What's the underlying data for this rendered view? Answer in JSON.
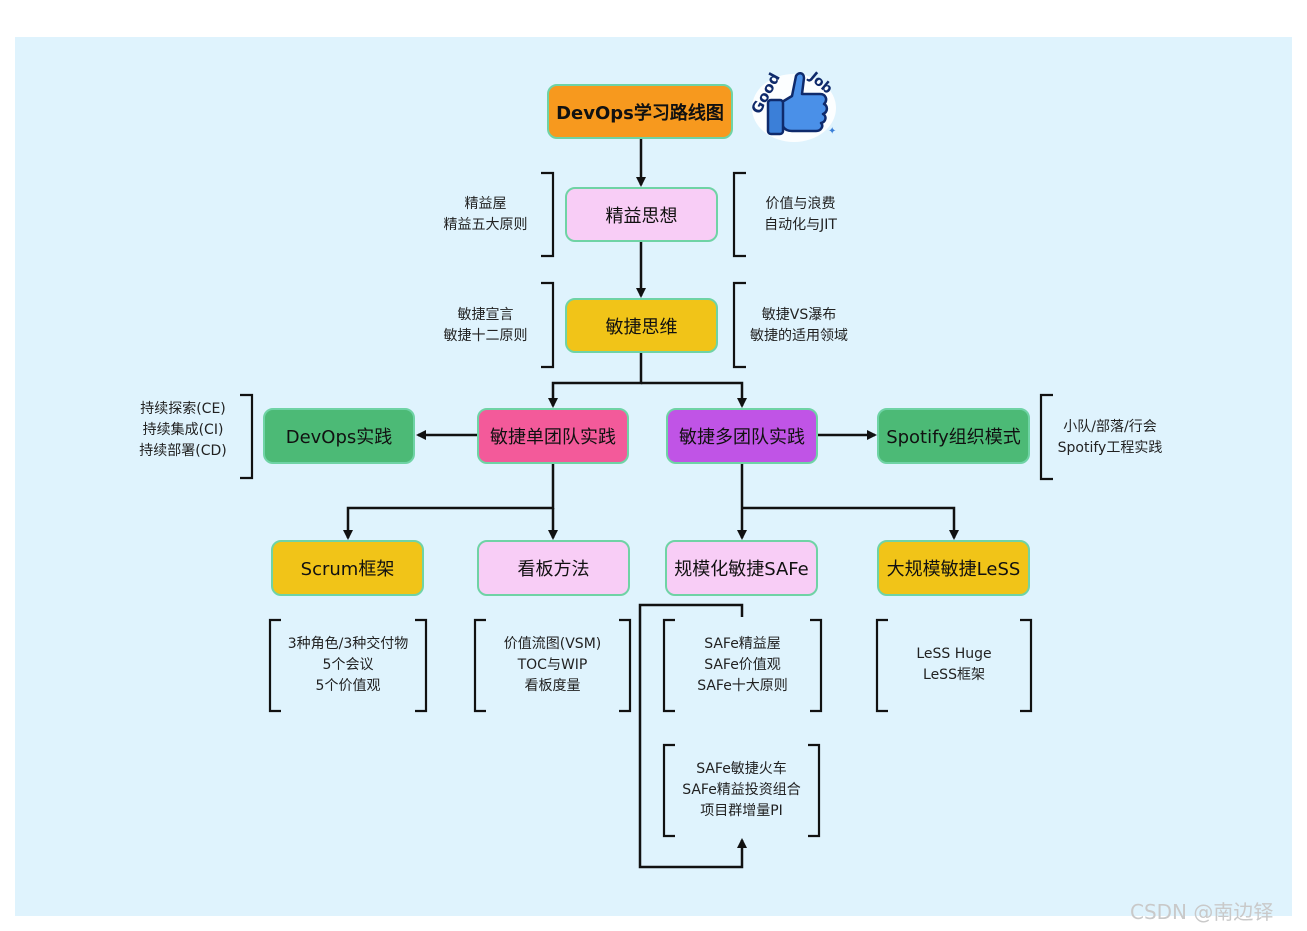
{
  "colors": {
    "canvas": "#dff3fd",
    "orange": "#f7991e",
    "pink_light": "#f8cdf6",
    "yellow": "#f1c418",
    "green": "#4cba76",
    "magenta": "#f35a9a",
    "purple": "#c054e6",
    "border": "#6fd3a5",
    "line": "#111111"
  },
  "badge": {
    "top": "Good",
    "right": "Job",
    "icon": "thumbs-up-icon"
  },
  "nodes": {
    "root": "DevOps学习路线图",
    "lean": "精益思想",
    "agile": "敏捷思维",
    "devops": "DevOps实践",
    "single_team": "敏捷单团队实践",
    "multi_team": "敏捷多团队实践",
    "spotify": "Spotify组织模式",
    "scrum": "Scrum框架",
    "kanban": "看板方法",
    "safe": "规模化敏捷SAFe",
    "less": "大规模敏捷LeSS"
  },
  "notes": {
    "lean_left": [
      "精益屋",
      "精益五大原则"
    ],
    "lean_right": [
      "价值与浪费",
      "自动化与JIT"
    ],
    "agile_left": [
      "敏捷宣言",
      "敏捷十二原则"
    ],
    "agile_right": [
      "敏捷VS瀑布",
      "敏捷的适用领域"
    ],
    "devops_left": [
      "持续探索(CE)",
      "持续集成(CI)",
      "持续部署(CD)"
    ],
    "spotify_right": [
      "小队/部落/行会",
      "Spotify工程实践"
    ],
    "scrum": [
      "3种角色/3种交付物",
      "5个会议",
      "5个价值观"
    ],
    "kanban": [
      "价值流图(VSM)",
      "TOC与WIP",
      "看板度量"
    ],
    "safe_1": [
      "SAFe精益屋",
      "SAFe价值观",
      "SAFe十大原则"
    ],
    "safe_2": [
      "SAFe敏捷火车",
      "SAFe精益投资组合",
      "项目群增量PI"
    ],
    "less": [
      "LeSS Huge",
      "LeSS框架"
    ]
  },
  "watermark": "CSDN @南边铎"
}
